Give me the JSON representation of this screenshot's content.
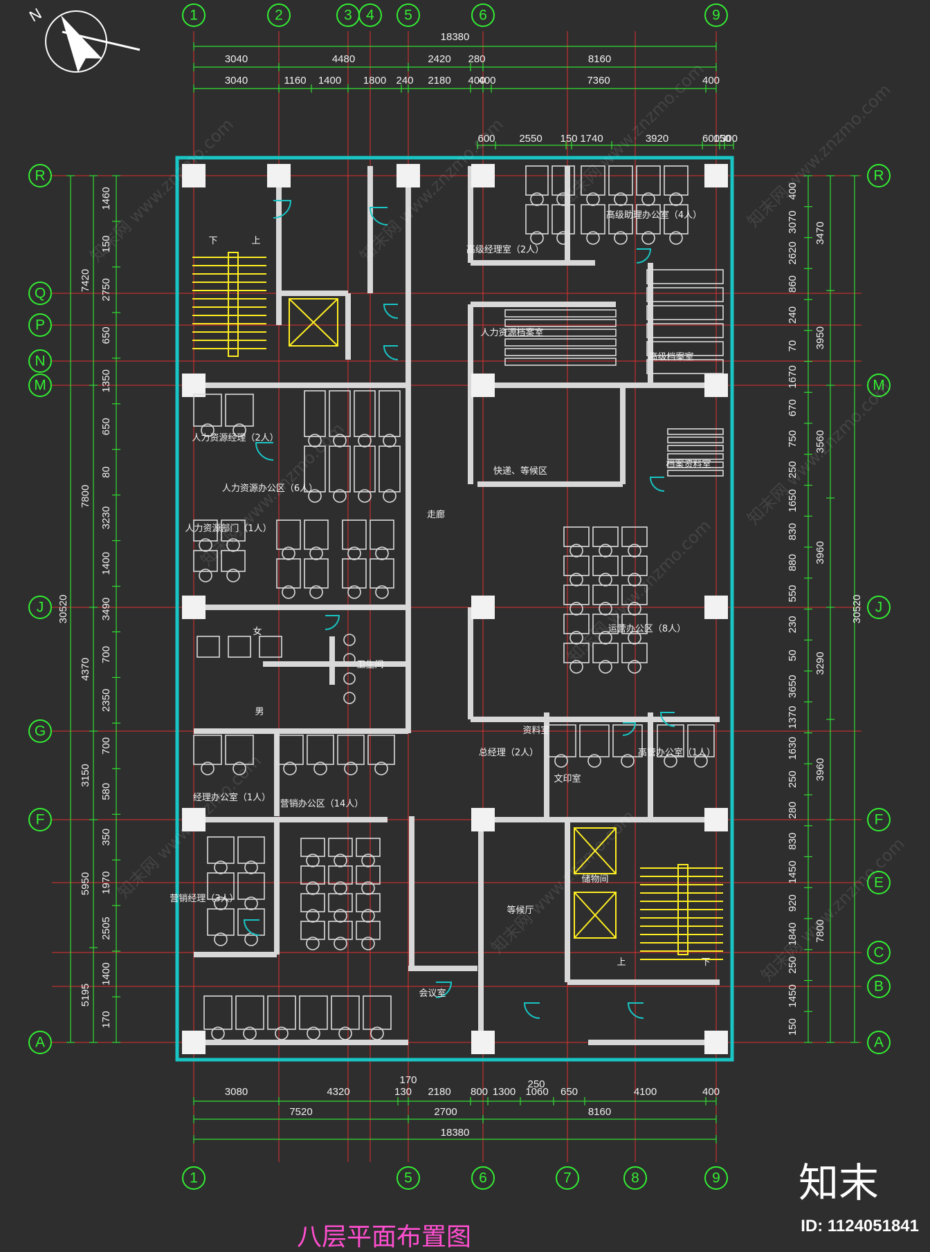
{
  "title": "八层平面布置图",
  "brand": "知末",
  "id_label": "ID: 1124051841",
  "north": "N",
  "watermark": "知末网 www.znzmo.com",
  "colors": {
    "background": "#2e2e2e",
    "dim": "#33dd33",
    "axis": "#e03030",
    "outline": "#19c5c5",
    "stair": "#ffee22",
    "wall": "#d8d8d8"
  },
  "axes_top": [
    "1",
    "2",
    "3",
    "4",
    "5",
    "6",
    "9"
  ],
  "axes_bottom": [
    "1",
    "5",
    "6",
    "7",
    "8",
    "9"
  ],
  "axes_left": [
    "R",
    "Q",
    "P",
    "N",
    "M",
    "J",
    "G",
    "F",
    "A"
  ],
  "axes_right": [
    "R",
    "M",
    "J",
    "F",
    "E",
    "C",
    "B",
    "A"
  ],
  "dims_top_1": [
    "18380"
  ],
  "dims_top_2": [
    "3040",
    "4480",
    "2420",
    "280",
    "8160"
  ],
  "dims_top_3": [
    "3040",
    "1160",
    "1400",
    "1800",
    "240",
    "2180",
    "400",
    "400",
    "7360",
    "400"
  ],
  "dims_top_4": [
    "600",
    "2550",
    "150",
    "1740",
    "3920",
    "600",
    "150",
    "300"
  ],
  "dims_bottom_1": [
    "3080",
    "4320",
    "130",
    "2180",
    "800",
    "1300",
    "1060",
    "650",
    "4100",
    "400"
  ],
  "dims_bottom_2": [
    "7520",
    "2700",
    "8160"
  ],
  "dims_bottom_3": [
    "18380"
  ],
  "dims_bottom_extra": [
    "170",
    "250"
  ],
  "dims_left_outer": [
    "30520"
  ],
  "dims_left_mid": [
    "7420",
    "7800",
    "4370",
    "3150",
    "5950",
    "5195"
  ],
  "dims_left_inner": [
    "1460",
    "150",
    "2750",
    "650",
    "1350",
    "650",
    "80",
    "3230",
    "1400",
    "3490",
    "700",
    "2350",
    "700",
    "580",
    "350",
    "1970",
    "2505",
    "1400",
    "170"
  ],
  "dims_right_outer": [
    "30520"
  ],
  "dims_right_mid": [
    "3470",
    "3950",
    "3560",
    "3960",
    "3290",
    "3960",
    "7800"
  ],
  "dims_right_inner": [
    "400",
    "3070",
    "2620",
    "860",
    "240",
    "70",
    "1670",
    "670",
    "750",
    "250",
    "1650",
    "830",
    "880",
    "550",
    "230",
    "50",
    "3650",
    "1370",
    "1630",
    "250",
    "280",
    "830",
    "1450",
    "920",
    "1840",
    "250",
    "1450",
    "150"
  ],
  "rooms": [
    "下",
    "上",
    "人力资源经理（2人）",
    "人力资源办公区（6人）",
    "人力资源部门（1人）",
    "女",
    "男",
    "卫生间",
    "经理办公室（1人）",
    "营销办公区（14人）",
    "营销经理（3人）",
    "走廊",
    "资料室",
    "会议室",
    "高级经理室（2人）",
    "高级助理办公室（4人）",
    "人力资源档案室",
    "高级档案室",
    "快递、等候区",
    "档案资料室",
    "运营办公区（8人）",
    "总经理（2人）",
    "高管办公室（1人）",
    "文印室",
    "等候厅",
    "储物间",
    "上",
    "下"
  ]
}
